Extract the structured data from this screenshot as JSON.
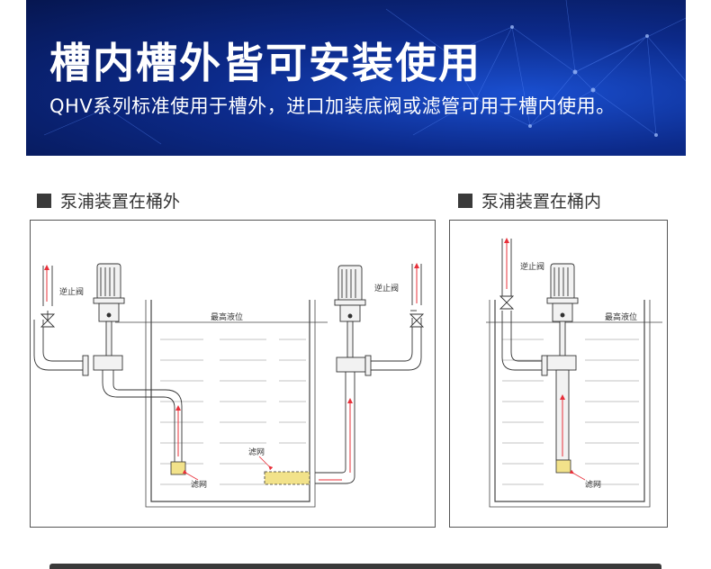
{
  "banner": {
    "title": "槽内槽外皆可安装使用",
    "subtitle": "QHV系列标准使用于槽外，进口加装底阀或滤管可用于槽内使用。"
  },
  "left_section": {
    "title": "泵浦装置在桶外",
    "labels": {
      "check_valve_left": "逆止阀",
      "check_valve_right": "逆止阀",
      "max_level": "最高液位",
      "filter_top": "滤网",
      "filter_bottom": "滤网"
    }
  },
  "right_section": {
    "title": "泵浦装置在桶内",
    "labels": {
      "check_valve": "逆止阀",
      "max_level": "最高液位",
      "filter": "滤网"
    }
  },
  "colors": {
    "flow_arrow": "#e8303a",
    "filter": "#f2e28a",
    "banner": "#0c2a8a"
  }
}
